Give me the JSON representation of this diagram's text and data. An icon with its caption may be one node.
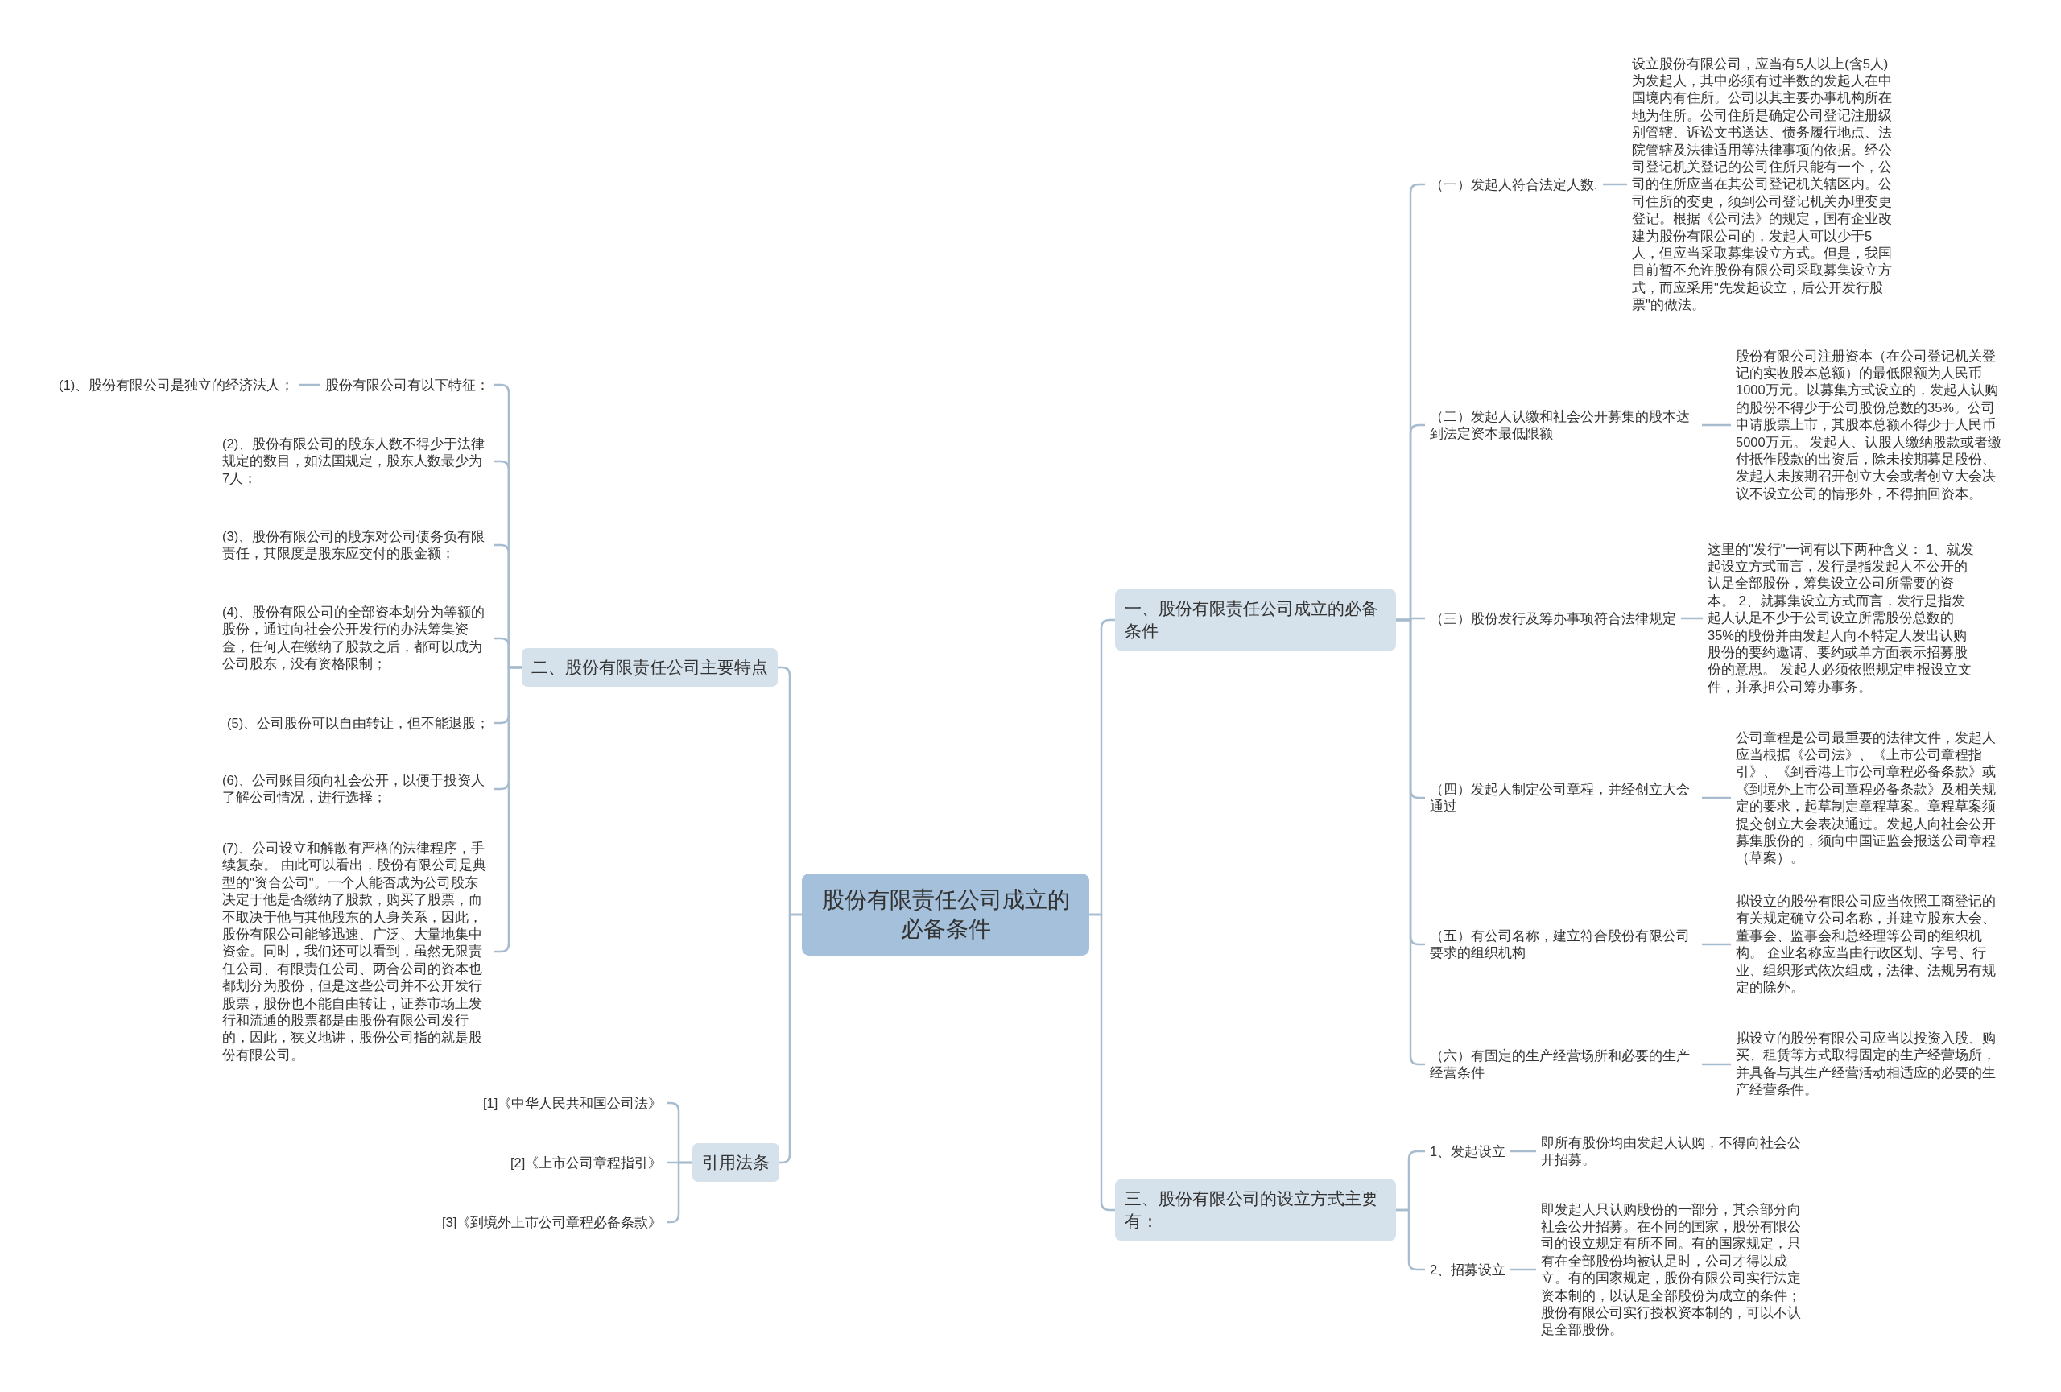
{
  "diagram": {
    "nodes": [
      {
        "text": [
          "股份有限责任公司成立的必备条件"
        ]
      },
      {
        "text": [
          "一、股份有限责任公司成立的必备条件"
        ]
      },
      {
        "text": [
          "（一）发起人符合法定人数."
        ]
      },
      {
        "text": [
          "设立股份有限公司，应当有5人以上(含5人)为发起人，其中必须有过半数的发起人在中国境内有住所。公司以其主要办事机构所在地为住所。公司住所是确定公司登记注册级别管辖、诉讼文书送达、债务履行地点、法院管辖及法律适用等法律事项的依据。经公司登记机关登记的公司住所只能有一个，公司的住所应当在其公司登记机关辖区内。公司住所的变更，须到公司登记机关办理变更登记。根据《公司法》的规定，国有企业改建为股份有限公司的，发起人可以少于5人，但应当采取募集设立方式。但是，我国目前暂不允许股份有限公司采取募集设立方式，而应采用\"先发起设立，后公开发行股票\"的做法。"
        ]
      },
      {
        "text": [
          "（二）发起人认缴和社会公开募集的股本达到法定资本最低限额"
        ]
      },
      {
        "text": [
          "股份有限公司注册资本（在公司登记机关登记的实收股本总额）的最低限额为人民币1000万元。以募集方式设立的，发起人认购的股份不得少于公司股份总数的35%。公司申请股票上市，其股本总额不得少于人民币5000万元。 发起人、认股人缴纳股款或者缴付抵作股款的出资后，除未按期募足股份、发起人未按期召开创立大会或者创立大会决议不设立公司的情形外，不得抽回资本。"
        ]
      },
      {
        "text": [
          "（三）股份发行及筹办事项符合法律规定"
        ]
      },
      {
        "text": [
          "这里的\"发行\"一词有以下两种含义： 1、就发起设立方式而言，发行是指发起人不公开的认足全部股份，筹集设立公司所需要的资本。 2、就募集设立方式而言，发行是指发起人认足不少于公司设立所需股份总数的35%的股份并由发起人向不特定人发出认购股份的要约邀请、要约或单方面表示招募股份的意思。 发起人必须依照规定申报设立文件，并承担公司筹办事务。"
        ]
      },
      {
        "text": [
          "（四）发起人制定公司章程，并经创立大会通过"
        ]
      },
      {
        "text": [
          "公司章程是公司最重要的法律文件，发起人应当根据《公司法》、《上市公司章程指引》、《到香港上市公司章程必备条款》或《到境外上市公司章程必备条款》及相关规定的要求，起草制定章程草案。章程草案须提交创立大会表决通过。发起人向社会公开募集股份的，须向中国证监会报送公司章程（草案）。"
        ]
      },
      {
        "text": [
          "（五）有公司名称，建立符合股份有限公司要求的组织机构"
        ]
      },
      {
        "text": [
          "拟设立的股份有限公司应当依照工商登记的有关规定确立公司名称，并建立股东大会、董事会、监事会和总经理等公司的组织机构。 企业名称应当由行政区划、字号、行业、组织形式依次组成，法律、法规另有规定的除外。"
        ]
      },
      {
        "text": [
          "（六）有固定的生产经营场所和必要的生产经营条件"
        ]
      },
      {
        "text": [
          "拟设立的股份有限公司应当以投资入股、购买、租赁等方式取得固定的生产经营场所，并具备与其生产经营活动相适应的必要的生产经营条件。"
        ]
      },
      {
        "text": [
          "三、股份有限公司的设立方式主要有："
        ]
      },
      {
        "text": [
          "1、发起设立"
        ]
      },
      {
        "text": [
          "即所有股份均由发起人认购，不得向社会公开招募。"
        ]
      },
      {
        "text": [
          "2、招募设立"
        ]
      },
      {
        "text": [
          "即发起人只认购股份的一部分，其余部分向社会公开招募。在不同的国家，股份有限公司的设立规定有所不同。有的国家规定，只有在全部股份均被认足时，公司才得以成立。有的国家规定，股份有限公司实行法定资本制的，以认足全部股份为成立的条件；股份有限公司实行授权资本制的，可以不认足全部股份。"
        ]
      },
      {
        "text": [
          "二、股份有限责任公司主要特点"
        ]
      },
      {
        "text": [
          "股份有限公司有以下特征："
        ]
      },
      {
        "text": [
          "(1)、股份有限公司是独立的经济法人；"
        ]
      },
      {
        "text": [
          "(2)、股份有限公司的股东人数不得少于法律规定的数目，如法国规定，股东人数最少为7人；"
        ]
      },
      {
        "text": [
          "(3)、股份有限公司的股东对公司债务负有限责任，其限度是股东应交付的股金额；"
        ]
      },
      {
        "text": [
          "(4)、股份有限公司的全部资本划分为等额的股份，通过向社会公开发行的办法筹集资金，任何人在缴纳了股款之后，都可以成为公司股东，没有资格限制；"
        ]
      },
      {
        "text": [
          "(5)、公司股份可以自由转让，但不能退股；"
        ]
      },
      {
        "text": [
          "(6)、公司账目须向社会公开，以便于投资人了解公司情况，进行选择；"
        ]
      },
      {
        "text": [
          "(7)、公司设立和解散有严格的法律程序，手续复杂。 由此可以看出，股份有限公司是典型的\"资合公司\"。一个人能否成为公司股东决定于他是否缴纳了股款，购买了股票，而不取决于他与其他股东的人身关系，因此，股份有限公司能够迅速、广泛、大量地集中资金。同时，我们还可以看到，虽然无限责任公司、有限责任公司、两合公司的资本也都划分为股份，但是这些公司并不公开发行股票，股份也不能自由转让，证券市场上发行和流通的股票都是由股份有限公司发行的，因此，狭义地讲，股份公司指的就是股份有限公司。"
        ]
      },
      {
        "text": [
          "引用法条"
        ]
      },
      {
        "text": [
          "[1]《中华人民共和国公司法》"
        ]
      },
      {
        "text": [
          "[2]《上市公司章程指引》"
        ]
      },
      {
        "text": [
          "[3]《到境外上市公司章程必备条款》"
        ]
      }
    ],
    "edges": [
      {
        "from": 0,
        "to": 1,
        "arrow": "none"
      },
      {
        "from": 1,
        "to": 2,
        "arrow": "none"
      },
      {
        "from": 2,
        "to": 3,
        "arrow": "none"
      },
      {
        "from": 1,
        "to": 4,
        "arrow": "none"
      },
      {
        "from": 4,
        "to": 5,
        "arrow": "none"
      },
      {
        "from": 1,
        "to": 6,
        "arrow": "none"
      },
      {
        "from": 6,
        "to": 7,
        "arrow": "none"
      },
      {
        "from": 1,
        "to": 8,
        "arrow": "none"
      },
      {
        "from": 8,
        "to": 9,
        "arrow": "none"
      },
      {
        "from": 1,
        "to": 10,
        "arrow": "none"
      },
      {
        "from": 10,
        "to": 11,
        "arrow": "none"
      },
      {
        "from": 1,
        "to": 12,
        "arrow": "none"
      },
      {
        "from": 12,
        "to": 13,
        "arrow": "none"
      },
      {
        "from": 0,
        "to": 14,
        "arrow": "none"
      },
      {
        "from": 14,
        "to": 15,
        "arrow": "none"
      },
      {
        "from": 15,
        "to": 16,
        "arrow": "none"
      },
      {
        "from": 14,
        "to": 17,
        "arrow": "none"
      },
      {
        "from": 17,
        "to": 18,
        "arrow": "none"
      },
      {
        "from": 0,
        "to": 19,
        "arrow": "none"
      },
      {
        "from": 19,
        "to": 20,
        "arrow": "none"
      },
      {
        "from": 20,
        "to": 21,
        "arrow": "none"
      },
      {
        "from": 19,
        "to": 22,
        "arrow": "none"
      },
      {
        "from": 19,
        "to": 23,
        "arrow": "none"
      },
      {
        "from": 19,
        "to": 24,
        "arrow": "none"
      },
      {
        "from": 19,
        "to": 25,
        "arrow": "none"
      },
      {
        "from": 19,
        "to": 26,
        "arrow": "none"
      },
      {
        "from": 19,
        "to": 27,
        "arrow": "none"
      },
      {
        "from": 0,
        "to": 28,
        "arrow": "none"
      },
      {
        "from": 28,
        "to": 29,
        "arrow": "none"
      },
      {
        "from": 28,
        "to": 30,
        "arrow": "none"
      },
      {
        "from": 28,
        "to": 31,
        "arrow": "none"
      }
    ]
  }
}
